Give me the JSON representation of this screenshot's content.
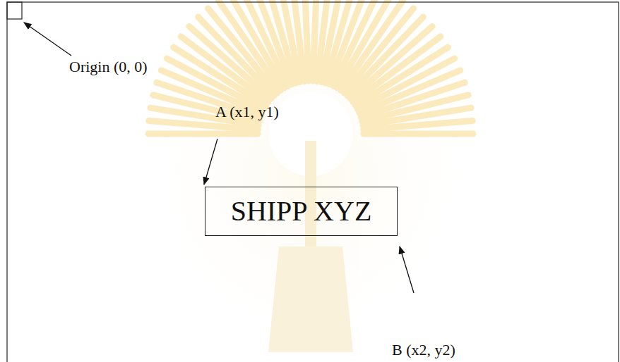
{
  "diagram": {
    "nodes": [
      {
        "text": [
          "SHIPP XYZ"
        ]
      }
    ],
    "labels": [
      "Origin (0, 0)",
      "A (x1, y1)",
      "B (x2, y2)"
    ]
  }
}
